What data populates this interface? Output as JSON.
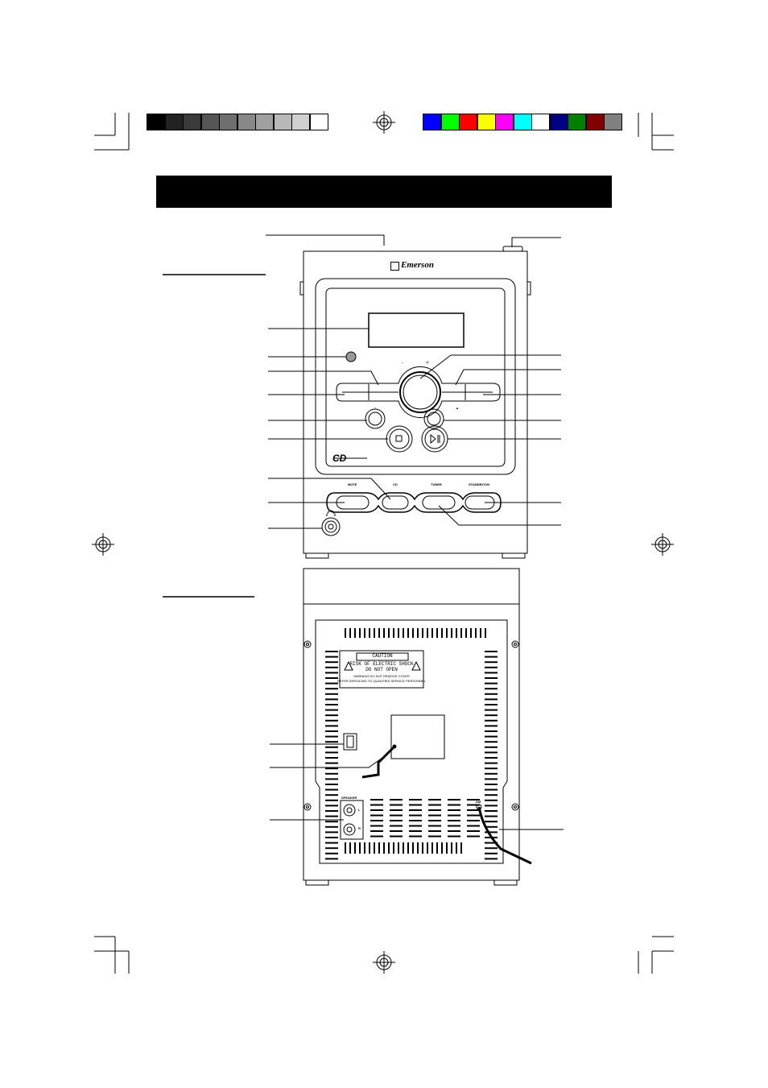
{
  "colors": {
    "grayscale_bar": [
      "#000000",
      "#222222",
      "#3a3a3a",
      "#555555",
      "#6e6e6e",
      "#888888",
      "#a0a0a0",
      "#b8b8b8",
      "#d0d0d0",
      "#ffffff"
    ],
    "color_bar": [
      "#0000ff",
      "#00ff00",
      "#ff0000",
      "#ffff00",
      "#ff00ff",
      "#00ffff",
      "#ffffff",
      "#000080",
      "#008000",
      "#800000",
      "#808080"
    ],
    "header_band": "#000000"
  },
  "front": {
    "brand_logo": "Emerson",
    "cd_logo": "CD",
    "prev_button_label": "–",
    "next_button_label": "–",
    "mode_button_label": "–",
    "mode_button_label_right": "◁",
    "prog_label": "▲",
    "function_buttons": [
      "MUTE",
      "CD",
      "TUNER",
      "STANDBY/ON"
    ]
  },
  "back": {
    "caution_title": "CAUTION",
    "caution_line1": "RISK OF ELECTRIC SHOCK",
    "caution_line2": "DO NOT OPEN",
    "warning_line1": "WARNING:DO NOT REMOVE COVER",
    "warning_line2": "REFER SERVICING TO QUALIFIED SERVICE PERSONNEL",
    "speaker_label": "SPEAKER",
    "speaker_l": "L",
    "speaker_r": "R",
    "ant_label": "AM"
  }
}
